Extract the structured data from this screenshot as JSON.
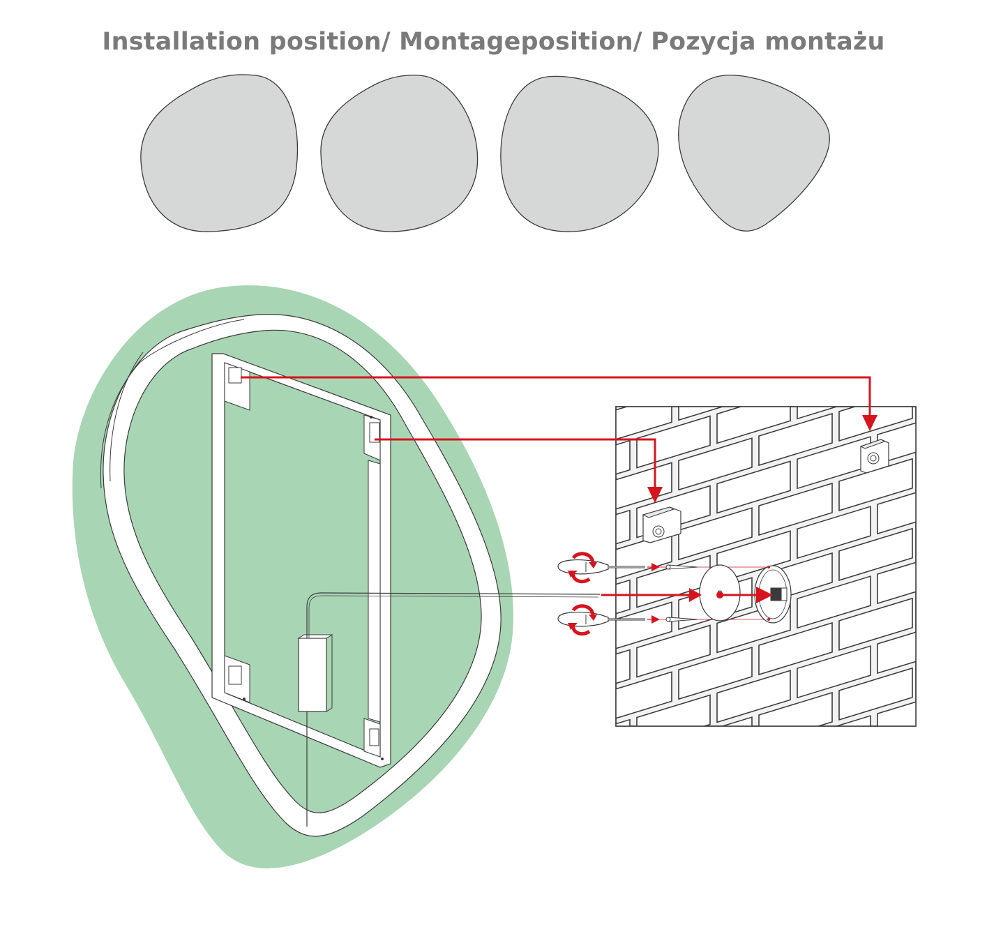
{
  "title": "Installation position/ Montageposition/ Pozycja montażu",
  "colors": {
    "title_text": "#7a7a7a",
    "position_shape_fill": "#d6d8d7",
    "mirror_fill": "#a8d5b3",
    "frame_fill": "#ffffff",
    "line": "#3a3a3a",
    "arrow": "#d7141e",
    "wall_fill": "#f2f2f2"
  },
  "position_icons": [
    "mirror-position-1",
    "mirror-position-2",
    "mirror-position-3",
    "mirror-position-4"
  ],
  "icons": {
    "mirror": "mirror-back-icon",
    "bracket": "wall-bracket-icon",
    "screwdriver": "screwdriver-icon",
    "rotate": "rotate-arrow-icon",
    "junction_box": "junction-box-icon"
  }
}
